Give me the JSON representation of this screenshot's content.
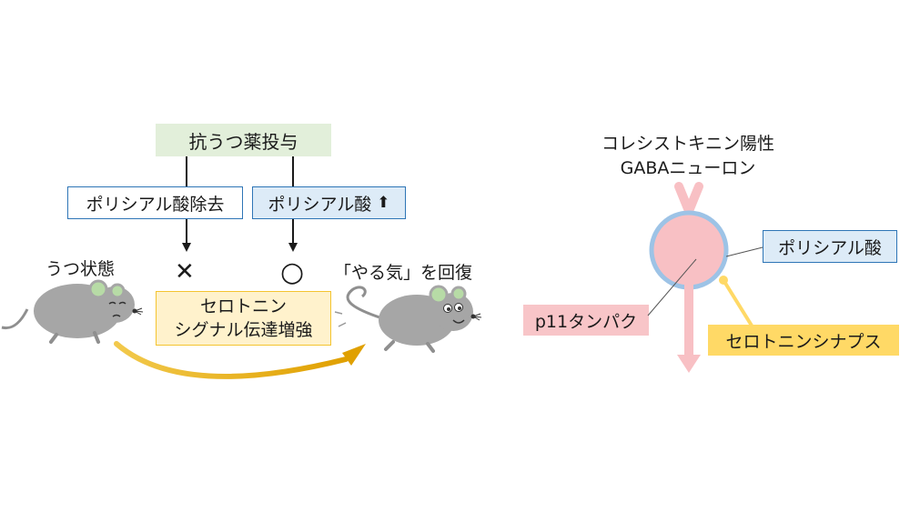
{
  "left": {
    "top_box": "抗うつ薬投与",
    "box_removal": "ポリシアル酸除去",
    "box_increase": "ポリシアル酸",
    "arrow_up_glyph": "⬆",
    "cross_mark": "✕",
    "circle_mark": "○",
    "state_depressed": "うつ状態",
    "state_recovered": "「やる気」を回復",
    "serotonin_box": [
      "セロトニン",
      "シグナル伝達増強"
    ]
  },
  "right": {
    "neuron_title": [
      "コレシストキニン陽性",
      "GABAニューロン"
    ],
    "polysialic": "ポリシアル酸",
    "p11": "p11タンパク",
    "synapse": "セロトニンシナプス"
  },
  "colors": {
    "green_box": "#e2efda",
    "blue_border": "#2e75b6",
    "blue_fill": "#ddebf7",
    "yellow_box": "#fff2cc",
    "yellow_border": "#f4c430",
    "arc": "#e5a800",
    "pink": "#f8c0c4",
    "pink_box": "#f8c5c8",
    "membrane": "#9dc3e6",
    "synapse_yellow": "#ffd966",
    "mouse_gray": "#a6a6a6"
  }
}
